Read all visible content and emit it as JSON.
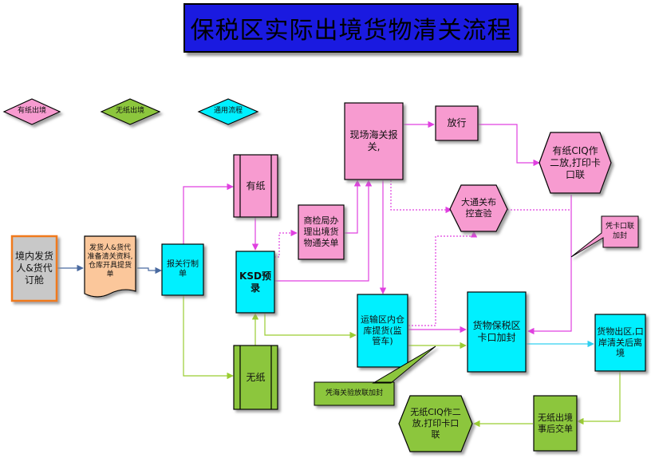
{
  "title": "保税区实际出境货物清关流程",
  "colors": {
    "pink": "#f79bd0",
    "green": "#8cc63e",
    "cyan": "#00f0ff",
    "gray": "#c8c8c8",
    "peach": "#fbc79b",
    "title_bg": "#1a1ae0",
    "magenta_line": "#e040e0",
    "green_line": "#9acd32",
    "cyan_line": "#30d0f0",
    "blue_line": "#4a6aa0"
  },
  "legend": {
    "paper": "有纸出境",
    "paperless": "无纸出境",
    "general": "通用流程"
  },
  "nodes": {
    "shipper": "境内发货人&货代订舱",
    "docs": "发货人&货代准备清关资料,仓库开具提货单",
    "declare": "报关行制单",
    "paper": "有纸",
    "paperless": "无纸",
    "ksd": "KSD预录",
    "ciq_bureau": "商检局办理出境货物通关单",
    "customs": "现场海关报关,",
    "release": "放行",
    "ciq_paper": "有纸CIQ作二放,打印卡口联",
    "dtg_check": "大通关布控查验",
    "pickup": "运输区内仓库提货(监管车)",
    "seal": "货物保税区卡口加封",
    "exit": "货物出区,口岸清关后离境",
    "after_sub": "无纸出境事后交单",
    "ciq_paperless": "无纸CIQ作二放,打印卡口联"
  },
  "callouts": {
    "pass_seal": "凭卡口联加封",
    "release_seal": "凭海关验放联加封"
  }
}
